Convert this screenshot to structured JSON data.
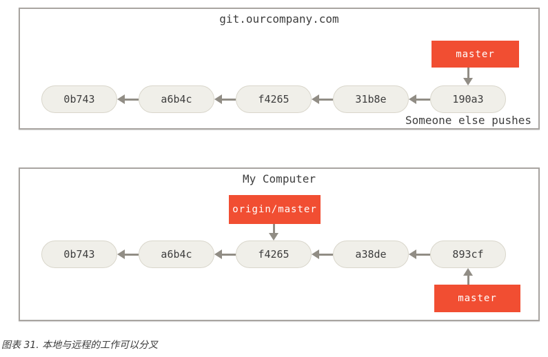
{
  "figure": {
    "caption": "图表 31. 本地与远程的工作可以分叉"
  },
  "colors": {
    "branch_box": "#f14e32",
    "branch_text": "#ffffff",
    "node_fill": "#f0efe9",
    "node_border": "#d9d6cb",
    "arrow": "#918d85",
    "panel_border": "#a8a4a0",
    "text": "#3d3d3d"
  },
  "panels": [
    {
      "id": "remote",
      "title": "git.ourcompany.com",
      "note": "Someone else pushes",
      "commits": [
        "0b743",
        "a6b4c",
        "f4265",
        "31b8e",
        "190a3"
      ],
      "branches": [
        {
          "label": "master",
          "attach": "190a3",
          "position": "above"
        }
      ]
    },
    {
      "id": "local",
      "title": "My Computer",
      "note": "",
      "commits": [
        "0b743",
        "a6b4c",
        "f4265",
        "a38de",
        "893cf"
      ],
      "branches": [
        {
          "label": "origin/master",
          "attach": "f4265",
          "position": "above"
        },
        {
          "label": "master",
          "attach": "893cf",
          "position": "below"
        }
      ]
    }
  ]
}
